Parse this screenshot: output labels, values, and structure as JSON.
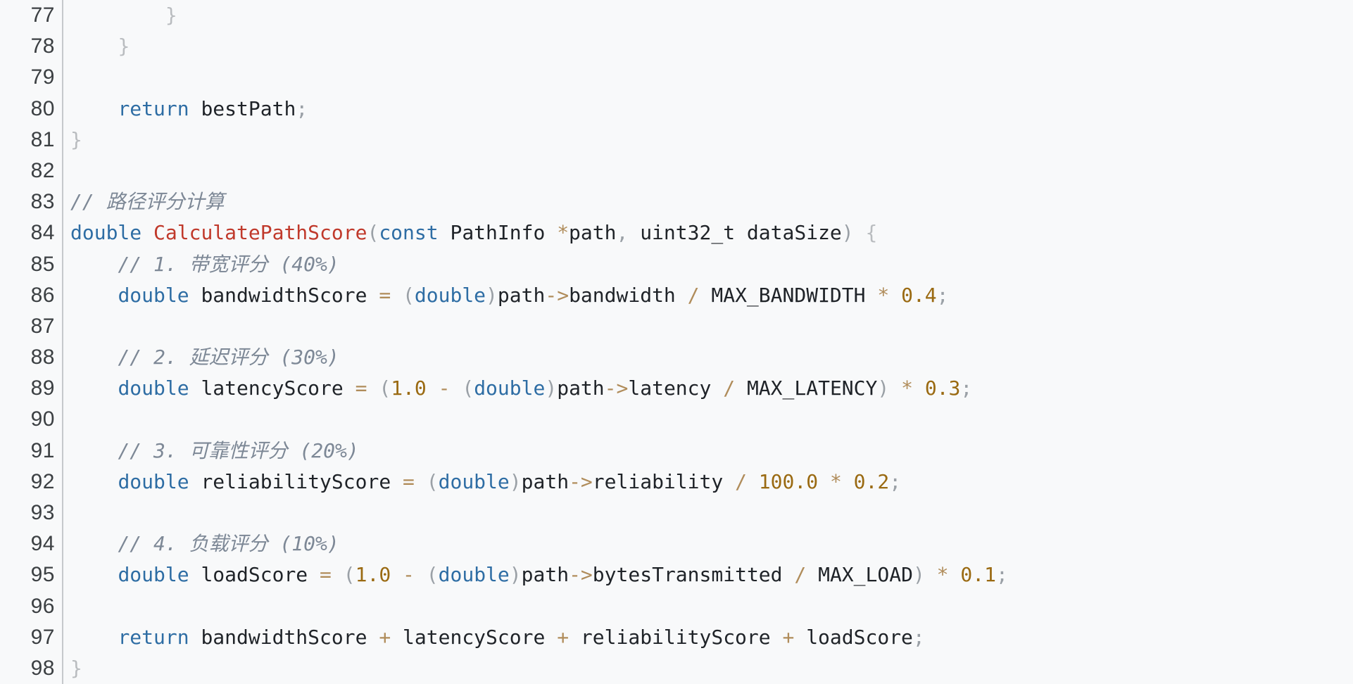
{
  "editor": {
    "language": "c",
    "background_color": "#f8f9fa",
    "gutter_separator_color": "#c6c9cc",
    "first_visible_line": 77,
    "last_visible_line": 98,
    "colors": {
      "plain": "#1f2328",
      "keyword": "#2e6da4",
      "function": "#c0392b",
      "comment": "#7d8896",
      "number": "#9a6a12",
      "operator": "#b08c5a",
      "punctuation": "#9aa0a6",
      "brace": "#b9bcbf",
      "line_number": "#3c4043"
    }
  },
  "lines": [
    {
      "number": "77",
      "tokens": [
        {
          "text": "        ",
          "cls": "t-plain"
        },
        {
          "text": "}",
          "cls": "t-brace"
        }
      ]
    },
    {
      "number": "78",
      "tokens": [
        {
          "text": "    ",
          "cls": "t-plain"
        },
        {
          "text": "}",
          "cls": "t-brace"
        }
      ]
    },
    {
      "number": "79",
      "tokens": []
    },
    {
      "number": "80",
      "tokens": [
        {
          "text": "    ",
          "cls": "t-plain"
        },
        {
          "text": "return",
          "cls": "t-kw"
        },
        {
          "text": " bestPath",
          "cls": "t-plain"
        },
        {
          "text": ";",
          "cls": "t-semi"
        }
      ]
    },
    {
      "number": "81",
      "tokens": [
        {
          "text": "}",
          "cls": "t-brace"
        }
      ]
    },
    {
      "number": "82",
      "tokens": []
    },
    {
      "number": "83",
      "tokens": [
        {
          "text": "// 路径评分计算",
          "cls": "t-cmt"
        }
      ]
    },
    {
      "number": "84",
      "tokens": [
        {
          "text": "double",
          "cls": "t-kw"
        },
        {
          "text": " ",
          "cls": "t-plain"
        },
        {
          "text": "CalculatePathScore",
          "cls": "t-fn"
        },
        {
          "text": "(",
          "cls": "t-punct"
        },
        {
          "text": "const",
          "cls": "t-kw"
        },
        {
          "text": " PathInfo ",
          "cls": "t-plain"
        },
        {
          "text": "*",
          "cls": "t-star"
        },
        {
          "text": "path",
          "cls": "t-plain"
        },
        {
          "text": ",",
          "cls": "t-punct"
        },
        {
          "text": " uint32_t dataSize",
          "cls": "t-plain"
        },
        {
          "text": ")",
          "cls": "t-punct"
        },
        {
          "text": " ",
          "cls": "t-plain"
        },
        {
          "text": "{",
          "cls": "t-brace"
        }
      ]
    },
    {
      "number": "85",
      "tokens": [
        {
          "text": "    ",
          "cls": "t-plain"
        },
        {
          "text": "// 1. 带宽评分 (40%)",
          "cls": "t-cmt"
        }
      ]
    },
    {
      "number": "86",
      "tokens": [
        {
          "text": "    ",
          "cls": "t-plain"
        },
        {
          "text": "double",
          "cls": "t-kw"
        },
        {
          "text": " bandwidthScore ",
          "cls": "t-plain"
        },
        {
          "text": "=",
          "cls": "t-op"
        },
        {
          "text": " ",
          "cls": "t-plain"
        },
        {
          "text": "(",
          "cls": "t-punct"
        },
        {
          "text": "double",
          "cls": "t-kw"
        },
        {
          "text": ")",
          "cls": "t-punct"
        },
        {
          "text": "path",
          "cls": "t-plain"
        },
        {
          "text": "->",
          "cls": "t-arrow"
        },
        {
          "text": "bandwidth ",
          "cls": "t-plain"
        },
        {
          "text": "/",
          "cls": "t-op"
        },
        {
          "text": " MAX_BANDWIDTH ",
          "cls": "t-plain"
        },
        {
          "text": "*",
          "cls": "t-op"
        },
        {
          "text": " ",
          "cls": "t-plain"
        },
        {
          "text": "0.4",
          "cls": "t-num"
        },
        {
          "text": ";",
          "cls": "t-semi"
        }
      ]
    },
    {
      "number": "87",
      "tokens": []
    },
    {
      "number": "88",
      "tokens": [
        {
          "text": "    ",
          "cls": "t-plain"
        },
        {
          "text": "// 2. 延迟评分 (30%)",
          "cls": "t-cmt"
        }
      ]
    },
    {
      "number": "89",
      "tokens": [
        {
          "text": "    ",
          "cls": "t-plain"
        },
        {
          "text": "double",
          "cls": "t-kw"
        },
        {
          "text": " latencyScore ",
          "cls": "t-plain"
        },
        {
          "text": "=",
          "cls": "t-op"
        },
        {
          "text": " ",
          "cls": "t-plain"
        },
        {
          "text": "(",
          "cls": "t-punct"
        },
        {
          "text": "1.0",
          "cls": "t-num"
        },
        {
          "text": " ",
          "cls": "t-plain"
        },
        {
          "text": "-",
          "cls": "t-op"
        },
        {
          "text": " ",
          "cls": "t-plain"
        },
        {
          "text": "(",
          "cls": "t-punct"
        },
        {
          "text": "double",
          "cls": "t-kw"
        },
        {
          "text": ")",
          "cls": "t-punct"
        },
        {
          "text": "path",
          "cls": "t-plain"
        },
        {
          "text": "->",
          "cls": "t-arrow"
        },
        {
          "text": "latency ",
          "cls": "t-plain"
        },
        {
          "text": "/",
          "cls": "t-op"
        },
        {
          "text": " MAX_LATENCY",
          "cls": "t-plain"
        },
        {
          "text": ")",
          "cls": "t-punct"
        },
        {
          "text": " ",
          "cls": "t-plain"
        },
        {
          "text": "*",
          "cls": "t-op"
        },
        {
          "text": " ",
          "cls": "t-plain"
        },
        {
          "text": "0.3",
          "cls": "t-num"
        },
        {
          "text": ";",
          "cls": "t-semi"
        }
      ]
    },
    {
      "number": "90",
      "tokens": []
    },
    {
      "number": "91",
      "tokens": [
        {
          "text": "    ",
          "cls": "t-plain"
        },
        {
          "text": "// 3. 可靠性评分 (20%)",
          "cls": "t-cmt"
        }
      ]
    },
    {
      "number": "92",
      "tokens": [
        {
          "text": "    ",
          "cls": "t-plain"
        },
        {
          "text": "double",
          "cls": "t-kw"
        },
        {
          "text": " reliabilityScore ",
          "cls": "t-plain"
        },
        {
          "text": "=",
          "cls": "t-op"
        },
        {
          "text": " ",
          "cls": "t-plain"
        },
        {
          "text": "(",
          "cls": "t-punct"
        },
        {
          "text": "double",
          "cls": "t-kw"
        },
        {
          "text": ")",
          "cls": "t-punct"
        },
        {
          "text": "path",
          "cls": "t-plain"
        },
        {
          "text": "->",
          "cls": "t-arrow"
        },
        {
          "text": "reliability ",
          "cls": "t-plain"
        },
        {
          "text": "/",
          "cls": "t-op"
        },
        {
          "text": " ",
          "cls": "t-plain"
        },
        {
          "text": "100.0",
          "cls": "t-num"
        },
        {
          "text": " ",
          "cls": "t-plain"
        },
        {
          "text": "*",
          "cls": "t-op"
        },
        {
          "text": " ",
          "cls": "t-plain"
        },
        {
          "text": "0.2",
          "cls": "t-num"
        },
        {
          "text": ";",
          "cls": "t-semi"
        }
      ]
    },
    {
      "number": "93",
      "tokens": []
    },
    {
      "number": "94",
      "tokens": [
        {
          "text": "    ",
          "cls": "t-plain"
        },
        {
          "text": "// 4. 负载评分 (10%)",
          "cls": "t-cmt"
        }
      ]
    },
    {
      "number": "95",
      "tokens": [
        {
          "text": "    ",
          "cls": "t-plain"
        },
        {
          "text": "double",
          "cls": "t-kw"
        },
        {
          "text": " loadScore ",
          "cls": "t-plain"
        },
        {
          "text": "=",
          "cls": "t-op"
        },
        {
          "text": " ",
          "cls": "t-plain"
        },
        {
          "text": "(",
          "cls": "t-punct"
        },
        {
          "text": "1.0",
          "cls": "t-num"
        },
        {
          "text": " ",
          "cls": "t-plain"
        },
        {
          "text": "-",
          "cls": "t-op"
        },
        {
          "text": " ",
          "cls": "t-plain"
        },
        {
          "text": "(",
          "cls": "t-punct"
        },
        {
          "text": "double",
          "cls": "t-kw"
        },
        {
          "text": ")",
          "cls": "t-punct"
        },
        {
          "text": "path",
          "cls": "t-plain"
        },
        {
          "text": "->",
          "cls": "t-arrow"
        },
        {
          "text": "bytesTransmitted ",
          "cls": "t-plain"
        },
        {
          "text": "/",
          "cls": "t-op"
        },
        {
          "text": " MAX_LOAD",
          "cls": "t-plain"
        },
        {
          "text": ")",
          "cls": "t-punct"
        },
        {
          "text": " ",
          "cls": "t-plain"
        },
        {
          "text": "*",
          "cls": "t-op"
        },
        {
          "text": " ",
          "cls": "t-plain"
        },
        {
          "text": "0.1",
          "cls": "t-num"
        },
        {
          "text": ";",
          "cls": "t-semi"
        }
      ]
    },
    {
      "number": "96",
      "tokens": []
    },
    {
      "number": "97",
      "tokens": [
        {
          "text": "    ",
          "cls": "t-plain"
        },
        {
          "text": "return",
          "cls": "t-kw"
        },
        {
          "text": " bandwidthScore ",
          "cls": "t-plain"
        },
        {
          "text": "+",
          "cls": "t-op"
        },
        {
          "text": " latencyScore ",
          "cls": "t-plain"
        },
        {
          "text": "+",
          "cls": "t-op"
        },
        {
          "text": " reliabilityScore ",
          "cls": "t-plain"
        },
        {
          "text": "+",
          "cls": "t-op"
        },
        {
          "text": " loadScore",
          "cls": "t-plain"
        },
        {
          "text": ";",
          "cls": "t-semi"
        }
      ]
    },
    {
      "number": "98",
      "tokens": [
        {
          "text": "}",
          "cls": "t-brace"
        }
      ]
    }
  ]
}
